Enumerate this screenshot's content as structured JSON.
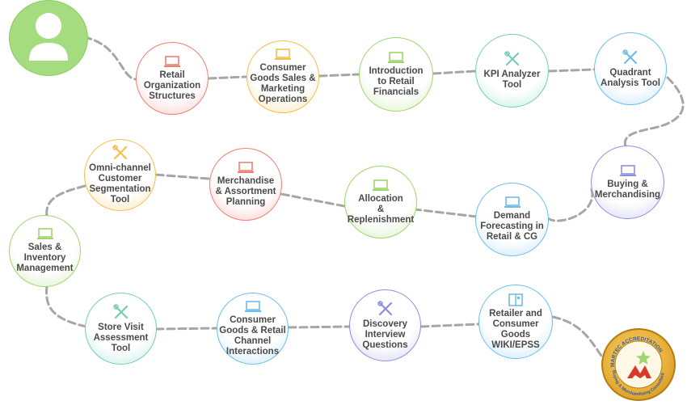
{
  "diagram": {
    "nodes": [
      {
        "id": "retail-org",
        "label": "Retail\nOrganization\nStructures",
        "icon": "laptop-icon",
        "color": "red"
      },
      {
        "id": "consumer-goods-sales",
        "label": "Consumer\nGoods Sales &\nMarketing\nOperations",
        "icon": "laptop-icon",
        "color": "orange"
      },
      {
        "id": "retail-financials",
        "label": "Introduction\nto Retail\nFinancials",
        "icon": "laptop-icon",
        "color": "green"
      },
      {
        "id": "kpi-analyzer",
        "label": "KPI Analyzer\nTool",
        "icon": "tools-icon",
        "color": "teal"
      },
      {
        "id": "quadrant-analysis",
        "label": "Quadrant\nAnalysis Tool",
        "icon": "tools-icon",
        "color": "blue"
      },
      {
        "id": "buying-merch",
        "label": "Buying &\nMerchandising",
        "icon": "laptop-icon",
        "color": "purple"
      },
      {
        "id": "demand-forecasting",
        "label": "Demand\nForecasting in\nRetail & CG",
        "icon": "laptop-icon",
        "color": "blue"
      },
      {
        "id": "allocation",
        "label": "Allocation\n&\nReplenishment",
        "icon": "laptop-icon",
        "color": "green"
      },
      {
        "id": "merch-assortment",
        "label": "Merchandise\n& Assortment\nPlanning",
        "icon": "laptop-icon",
        "color": "red"
      },
      {
        "id": "omni-channel",
        "label": "Omni-channel\nCustomer\nSegmentation\nTool",
        "icon": "tools-icon",
        "color": "orange"
      },
      {
        "id": "sales-inventory",
        "label": "Sales &\nInventory\nManagement",
        "icon": "laptop-icon",
        "color": "green"
      },
      {
        "id": "store-visit",
        "label": "Store Visit\nAssessment\nTool",
        "icon": "tools-icon",
        "color": "teal"
      },
      {
        "id": "channel-interactions",
        "label": "Consumer\nGoods & Retail\nChannel\nInteractions",
        "icon": "laptop-icon",
        "color": "blue"
      },
      {
        "id": "discovery-interview",
        "label": "Discovery\nInterview\nQuestions",
        "icon": "tools-icon",
        "color": "purple"
      },
      {
        "id": "wiki-epss",
        "label": "Retailer and\nConsumer Goods\nWIKI/EPSS",
        "icon": "book-icon",
        "color": "blue"
      }
    ],
    "badge": {
      "top_text": "MARTEC ACCREDITATION",
      "bottom_text": "Buying & Merchandising Consultant",
      "icon": "martec-logo"
    },
    "colors": {
      "red": "#eb8173",
      "orange": "#f6bd4f",
      "green": "#9ed56c",
      "teal": "#73cdb7",
      "blue": "#6cbdea",
      "purple": "#8f8fd8",
      "connector": "#a6a6a6",
      "avatar": "#a5dc7f"
    }
  }
}
